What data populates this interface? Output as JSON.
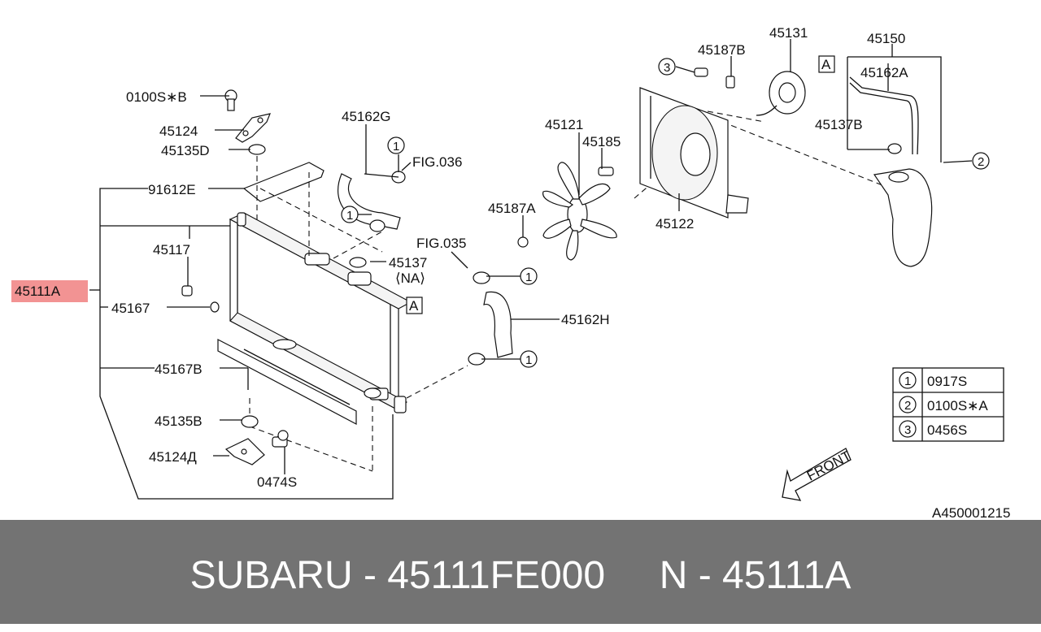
{
  "diagram": {
    "ref_number": "A450001215",
    "front_label": "FRONT",
    "labels": {
      "p0100sb": "0100S∗B",
      "p45124": "45124",
      "p45135d": "45135D",
      "p91612e": "91612E",
      "p45117": "45117",
      "p45111a": "45111A",
      "p45167": "45167",
      "p45167b": "45167B",
      "p45135b": "45135B",
      "p45124d": "45124Д",
      "p0474s": "0474S",
      "p45162g": "45162G",
      "fig036": "FIG.036",
      "p45137": "45137",
      "na": "⟨NA⟩",
      "fig035": "FIG.035",
      "p45162h": "45162H",
      "p45121": "45121",
      "p45185": "45185",
      "p45187a": "45187A",
      "p45122": "45122",
      "p45187b": "45187B",
      "p45131": "45131",
      "p45150": "45150",
      "p45162a": "45162A",
      "p45137b": "45137B",
      "ref_a1": "A",
      "ref_a2": "A",
      "c1a": "1",
      "c1b": "1",
      "c1c": "1",
      "c1d": "1",
      "c2": "2",
      "c3": "3"
    },
    "legend": [
      {
        "num": "1",
        "code": "0917S"
      },
      {
        "num": "2",
        "code": "0100S∗A"
      },
      {
        "num": "3",
        "code": "0456S"
      }
    ],
    "highlight_color": "#f08080"
  },
  "footer": {
    "title": "SUBARU - 45111FE000     N - 45111A"
  }
}
